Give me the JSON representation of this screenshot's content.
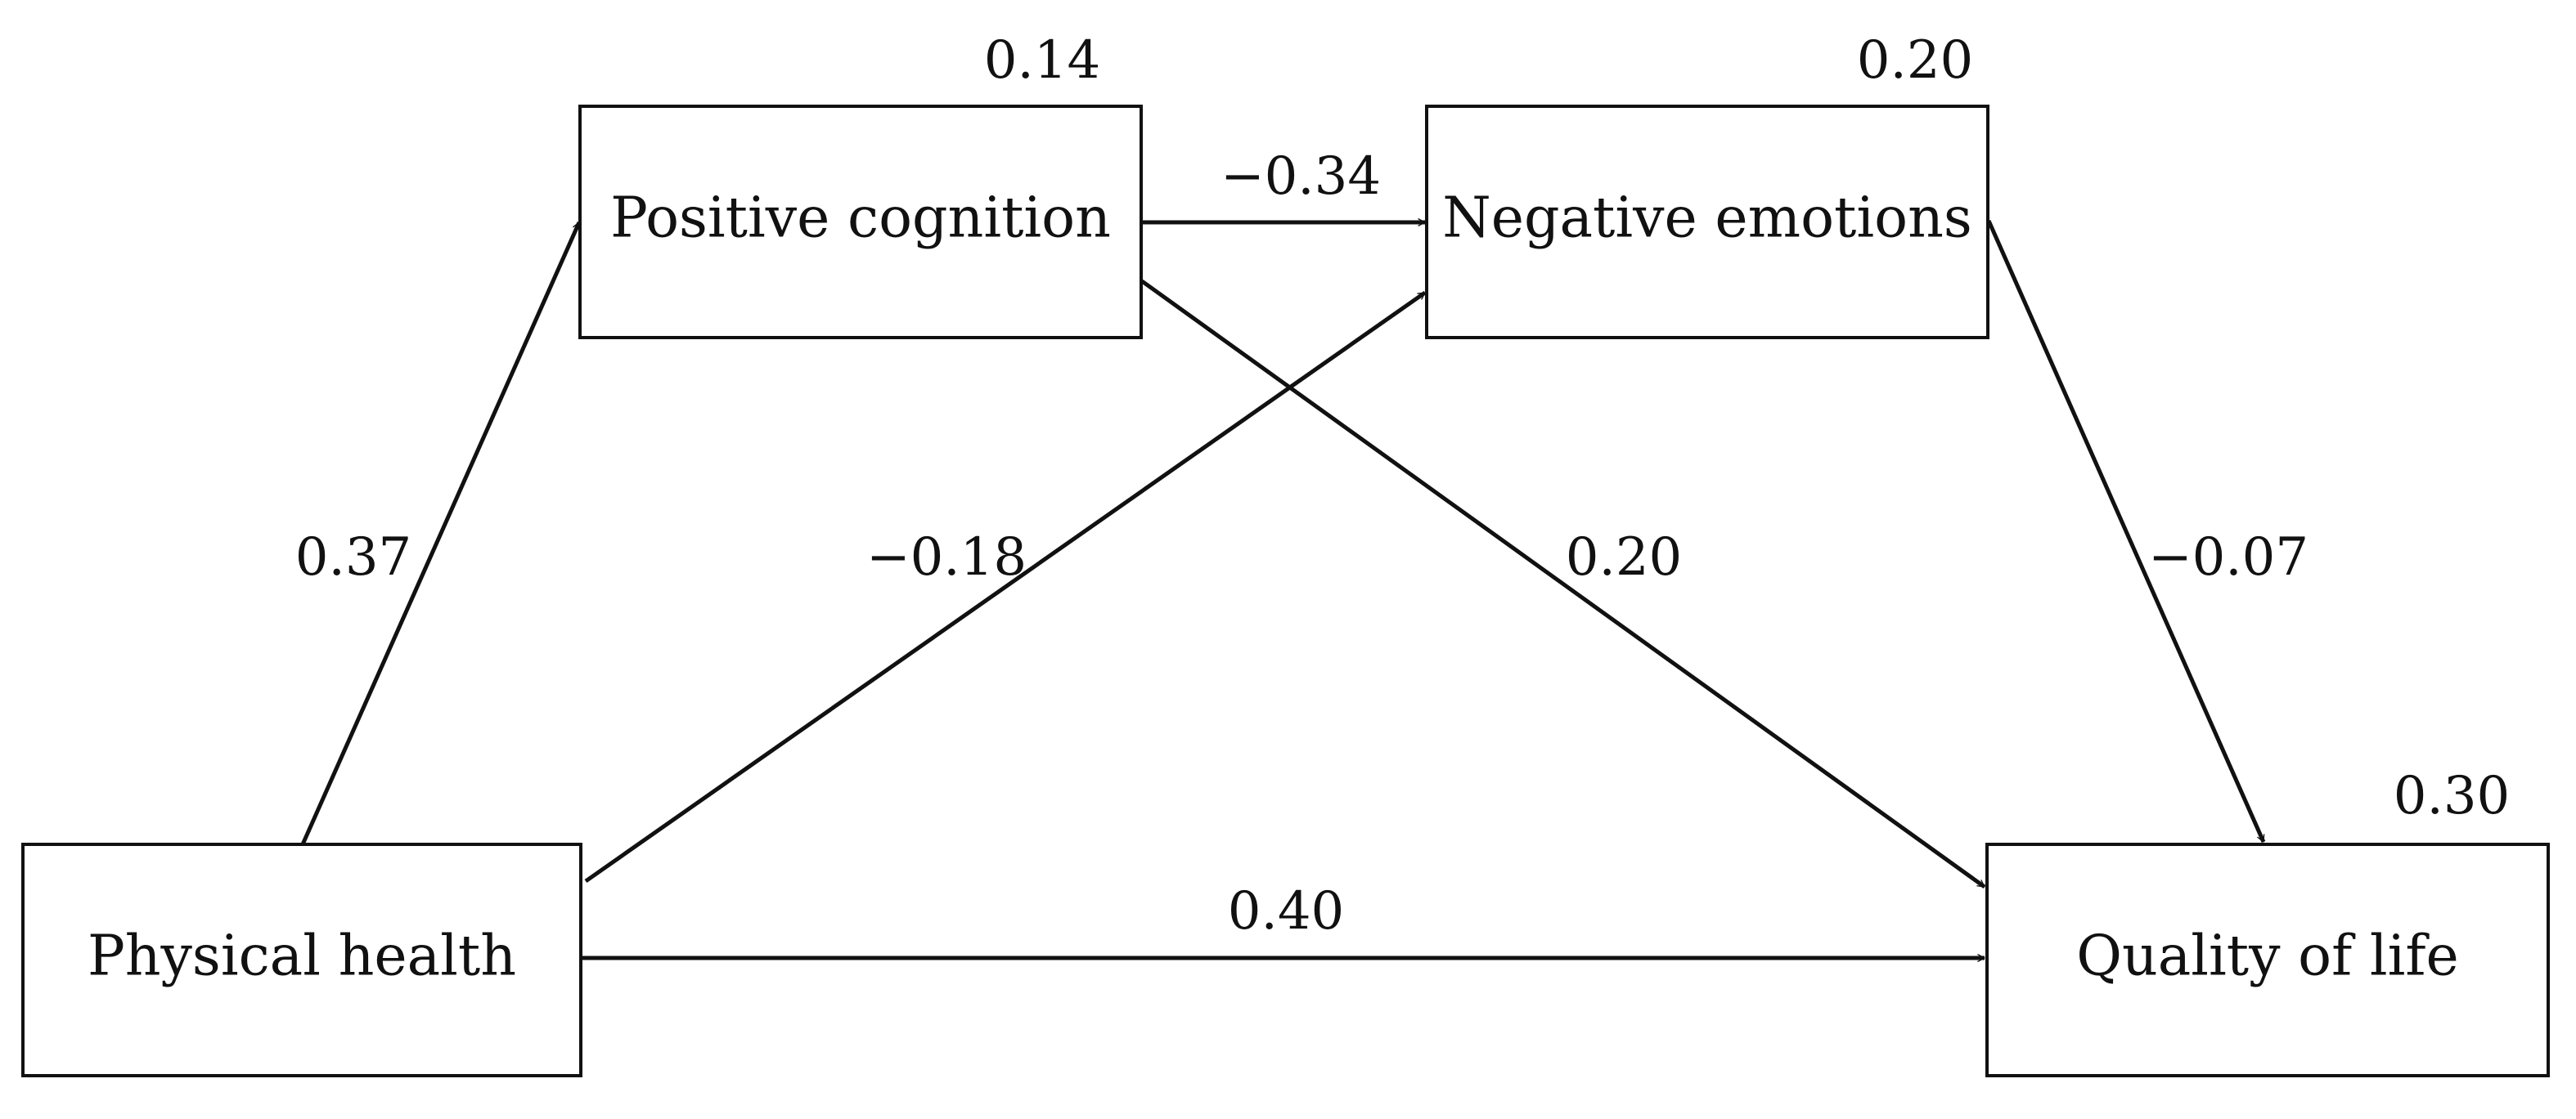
{
  "nodes": {
    "physical_health": {
      "label": "Physical health"
    },
    "positive_cognition": {
      "label": "Positive cognition",
      "r2": "0.14"
    },
    "negative_emotions": {
      "label": "Negative emotions",
      "r2": "0.20"
    },
    "quality_of_life": {
      "label": "Quality of life",
      "r2": "0.30"
    }
  },
  "paths": {
    "ph_to_pc": "0.37",
    "pc_to_ne": "−0.34",
    "ph_to_ne": "−0.18",
    "pc_to_qol": "0.20",
    "ne_to_qol": "−0.07",
    "ph_to_qol": "0.40"
  }
}
